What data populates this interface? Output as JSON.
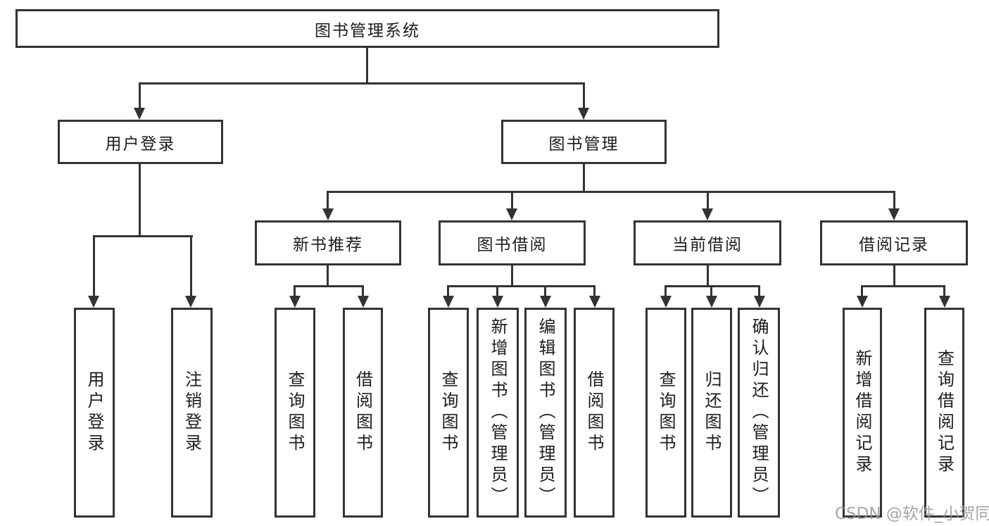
{
  "diagram": {
    "type": "hierarchy-tree",
    "colors": {
      "line": "#333333",
      "text": "#1c1c1c",
      "background": "#ffffff",
      "watermark": "#969696"
    },
    "tree": {
      "label": "图书管理系统",
      "children": [
        {
          "label": "用户登录",
          "children": [
            {
              "label": "用户登录"
            },
            {
              "label": "注销登录"
            }
          ]
        },
        {
          "label": "图书管理",
          "children": [
            {
              "label": "新书推荐",
              "children": [
                {
                  "label": "查询图书"
                },
                {
                  "label": "借阅图书"
                }
              ]
            },
            {
              "label": "图书借阅",
              "children": [
                {
                  "label": "查询图书"
                },
                {
                  "label": "新增图书（管理员）"
                },
                {
                  "label": "编辑图书（管理员）"
                },
                {
                  "label": "借阅图书"
                }
              ]
            },
            {
              "label": "当前借阅",
              "children": [
                {
                  "label": "查询图书"
                },
                {
                  "label": "归还图书"
                },
                {
                  "label": "确认归还（管理员）"
                }
              ]
            },
            {
              "label": "借阅记录",
              "children": [
                {
                  "label": "新增借阅记录"
                },
                {
                  "label": "查询借阅记录"
                }
              ]
            }
          ]
        }
      ]
    },
    "watermark": "CSDN @软件_小贺同学"
  }
}
